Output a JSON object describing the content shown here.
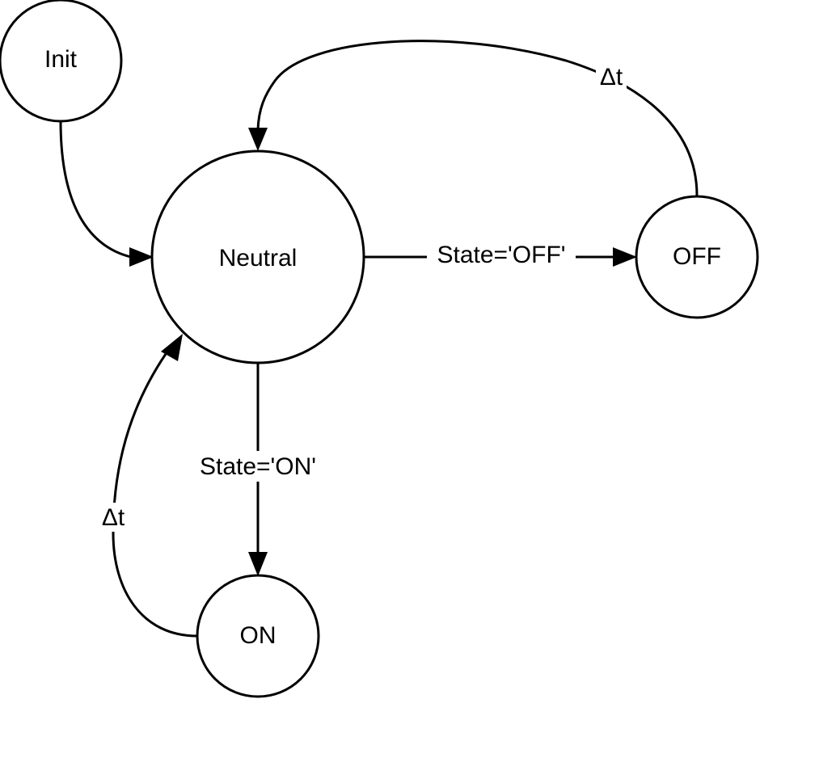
{
  "nodes": {
    "init": "Init",
    "neutral": "Neutral",
    "off": "OFF",
    "on": "ON"
  },
  "edges": {
    "neutral_to_off": "State='OFF'",
    "neutral_to_on": "State='ON'",
    "off_to_neutral": "Δt",
    "on_to_neutral": "Δt"
  }
}
